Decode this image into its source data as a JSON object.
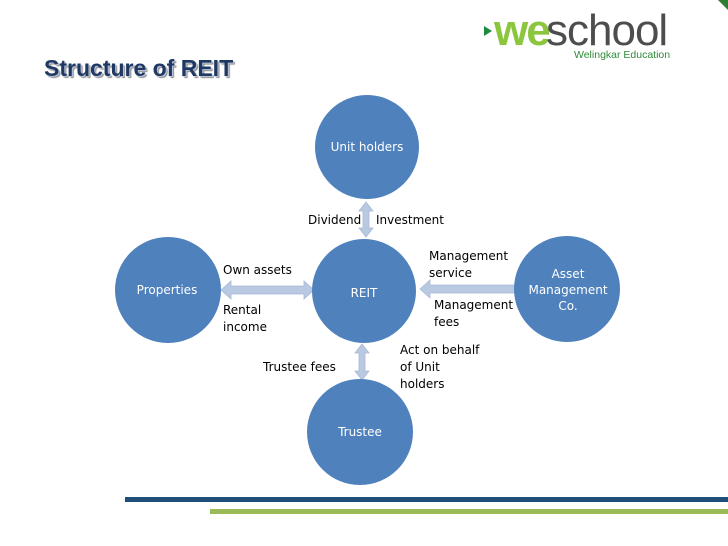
{
  "title": "Structure of REIT",
  "logo": {
    "we": "we",
    "school": "school",
    "tagline": "Welingkar Education"
  },
  "nodes": {
    "unit_holders": "Unit holders",
    "reit": "REIT",
    "properties": "Properties",
    "asset_management": "Asset Management Co.",
    "trustee": "Trustee"
  },
  "edges": {
    "dividend": "Dividend",
    "investment": "Investment",
    "own_assets": "Own assets",
    "rental_income": "Rental income",
    "management_service": "Management service",
    "management_fees": "Management fees",
    "trustee_fees": "Trustee fees",
    "act_on_behalf": "Act on behalf of Unit holders"
  },
  "colors": {
    "node_fill": "#4f81bd",
    "arrow_fill": "#b9c9e2",
    "title": "#1f3864",
    "bar_blue": "#1f4e79",
    "bar_green": "#9bbb59"
  }
}
